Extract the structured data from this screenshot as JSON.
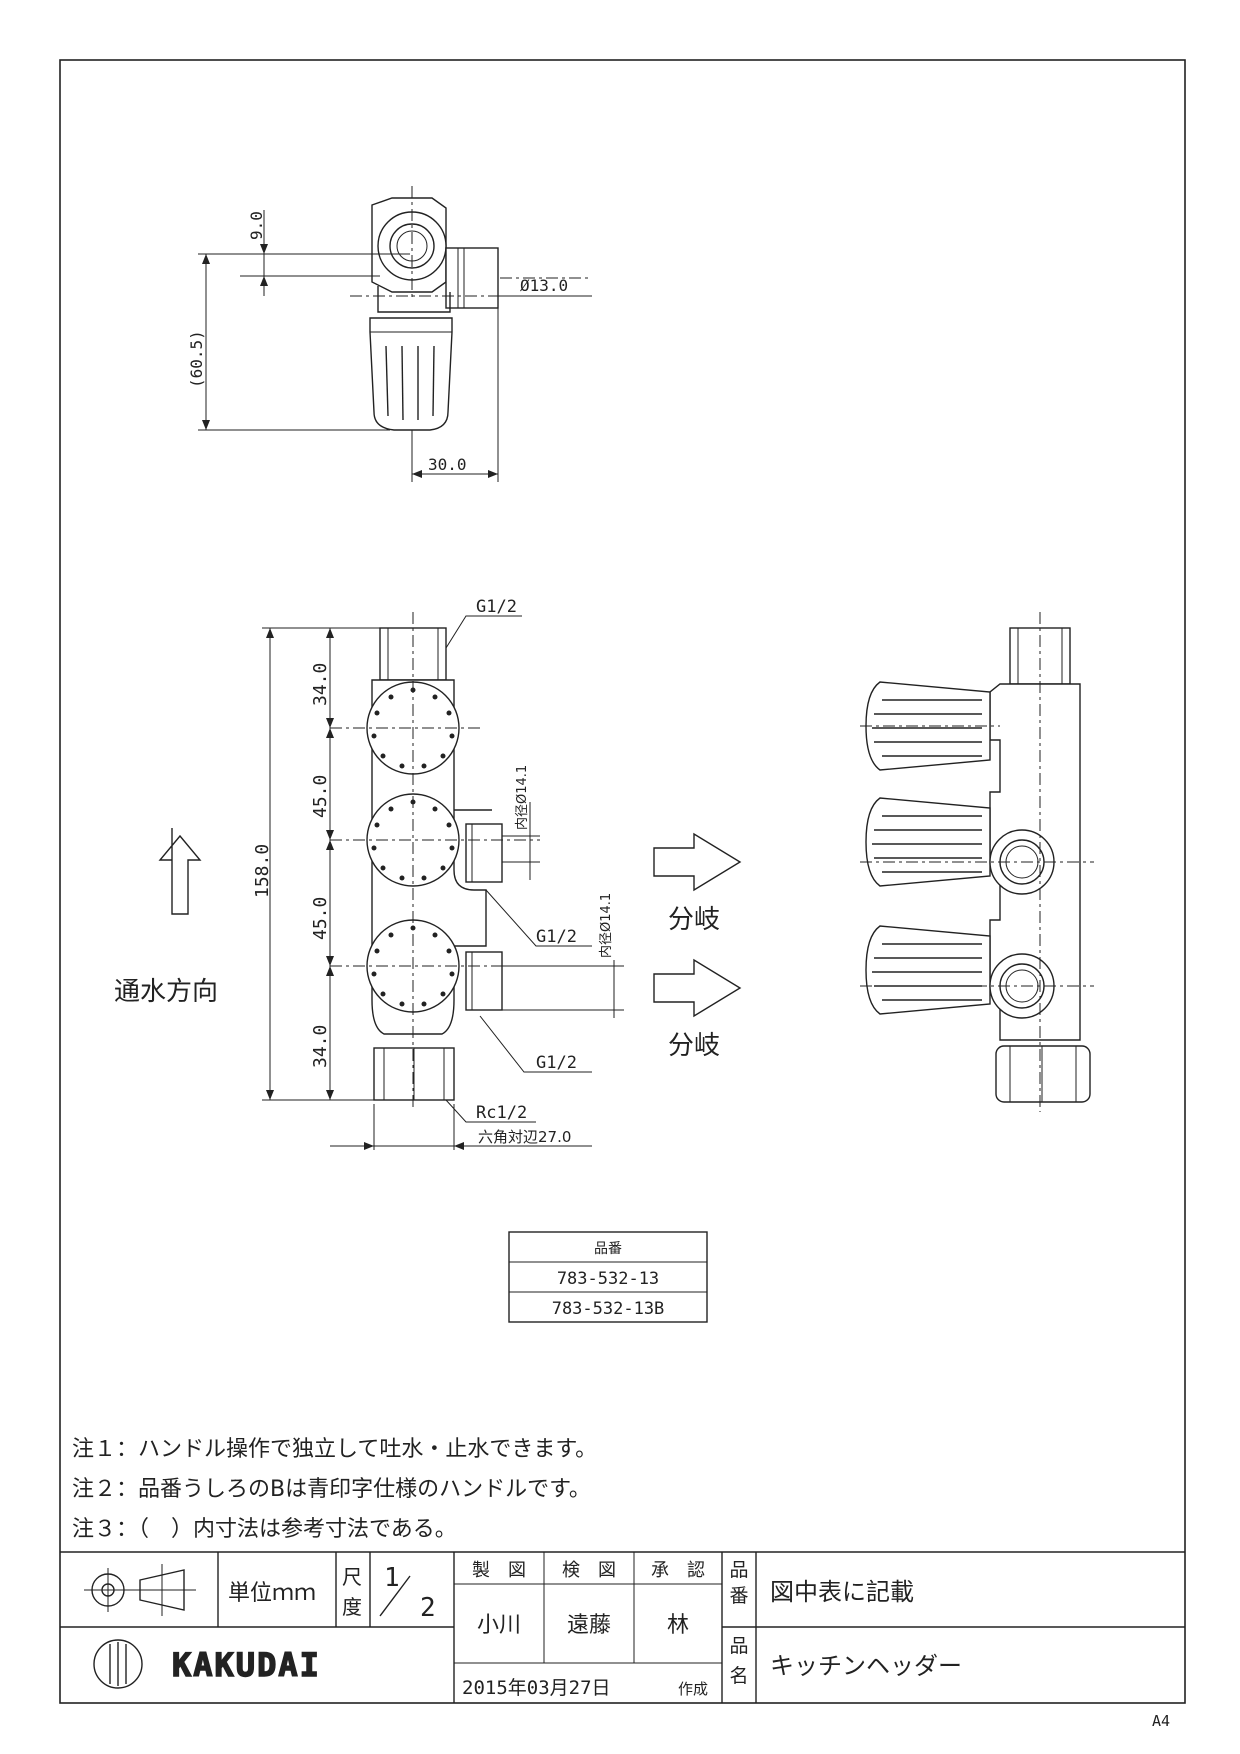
{
  "dims": {
    "top_9": "9.0",
    "top_60_5": "(60.5)",
    "top_phi13": "Ø13.0",
    "top_30": "30.0",
    "h_158": "158.0",
    "h_34a": "34.0",
    "h_45a": "45.0",
    "h_45b": "45.0",
    "h_34b": "34.0",
    "g12_top": "G1/2",
    "g12_mid": "G1/2",
    "g12_bot": "G1/2",
    "rc12": "Rc1/2",
    "hex27": "六角対辺27.0",
    "inner1": "内径Ø14.1",
    "inner2": "内径Ø14.1"
  },
  "labels": {
    "flow_dir": "通水方向",
    "branch1": "分岐",
    "branch2": "分岐"
  },
  "part_table": {
    "header": "品番",
    "rows": [
      "783-532-13",
      "783-532-13B"
    ]
  },
  "notes": [
    "注１：ハンドル操作で独立して吐水・止水できます。",
    "注２：品番うしろのBは青印字仕様のハンドルです。",
    "注３：（　）内寸法は参考寸法である。"
  ],
  "title_block": {
    "unit": "単位ｍｍ",
    "scale_label_1": "尺",
    "scale_label_2": "度",
    "scale_num": "1",
    "scale_den": "2",
    "drawn_label": "製　図",
    "checked_label": "検　図",
    "approved_label": "承　認",
    "drawn_by": "小川",
    "checked_by": "遠藤",
    "approved_by": "林",
    "part_no_label_1": "品",
    "part_no_label_2": "番",
    "part_no_value": "図中表に記載",
    "part_name_label_1": "品",
    "part_name_label_2": "名",
    "part_name_value": "キッチンヘッダー",
    "date": "2015年03月27日",
    "created": "作成",
    "brand": "KAKUDAI",
    "paper": "A4"
  }
}
